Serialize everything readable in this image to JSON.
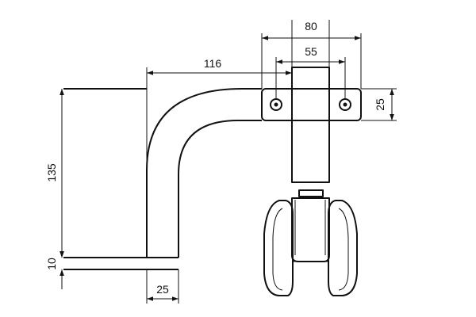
{
  "dimensions": {
    "arm_width": "116",
    "bracket_width": "80",
    "hole_spacing": "55",
    "bracket_height": "25",
    "arm_height": "135",
    "foot_thickness": "10",
    "foot_width": "25"
  },
  "colors": {
    "line": "#111111",
    "background": "#ffffff"
  }
}
